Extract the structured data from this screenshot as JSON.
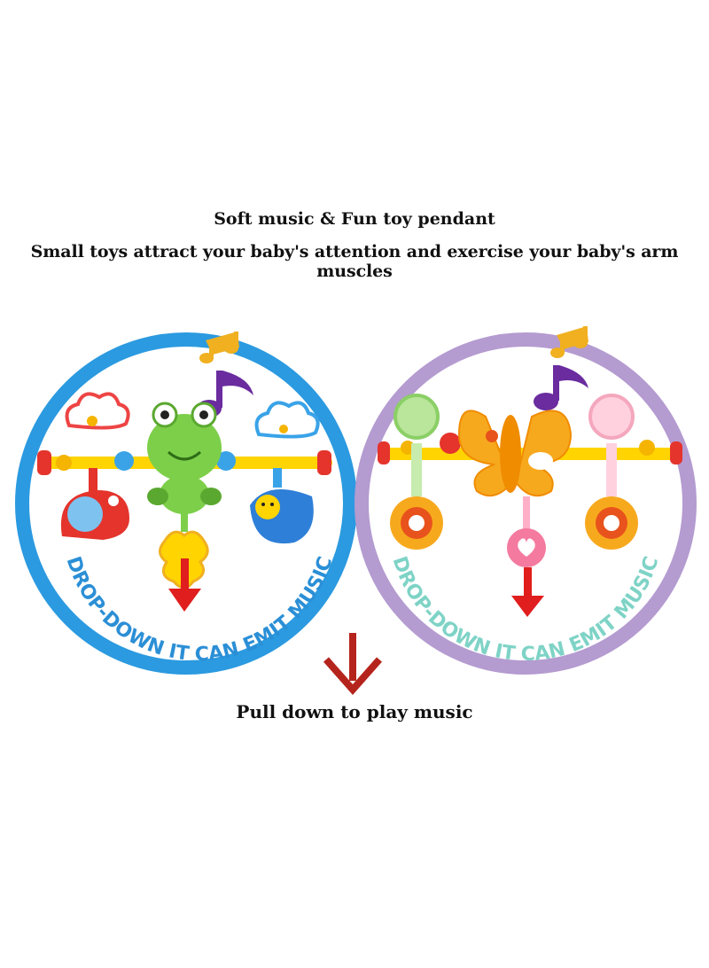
{
  "header": {
    "title": "Soft music & Fun toy pendant",
    "subtitle": "Small toys attract your baby's attention and exercise your baby's arm muscles"
  },
  "panels": [
    {
      "curved_label": "DROP-DOWN IT CAN EMIT MUSIC",
      "ring_color": "#2b9ae0",
      "label_color": "#2b8fd6",
      "toy_theme": "frog-snail-bee",
      "icons": [
        "music-note-icon",
        "frog-toy",
        "snail-toy",
        "bee-toy",
        "teether-toy"
      ]
    },
    {
      "curved_label": "DROP-DOWN IT CAN EMIT MUSIC",
      "ring_color": "#b49bd0",
      "label_color": "#7ed3c6",
      "toy_theme": "butterfly-flowers",
      "icons": [
        "music-note-icon",
        "butterfly-toy",
        "flower-toy",
        "heart-ring-toy"
      ]
    }
  ],
  "footer": {
    "caption": "Pull down to play music",
    "arrow_color": "#b5241c"
  }
}
